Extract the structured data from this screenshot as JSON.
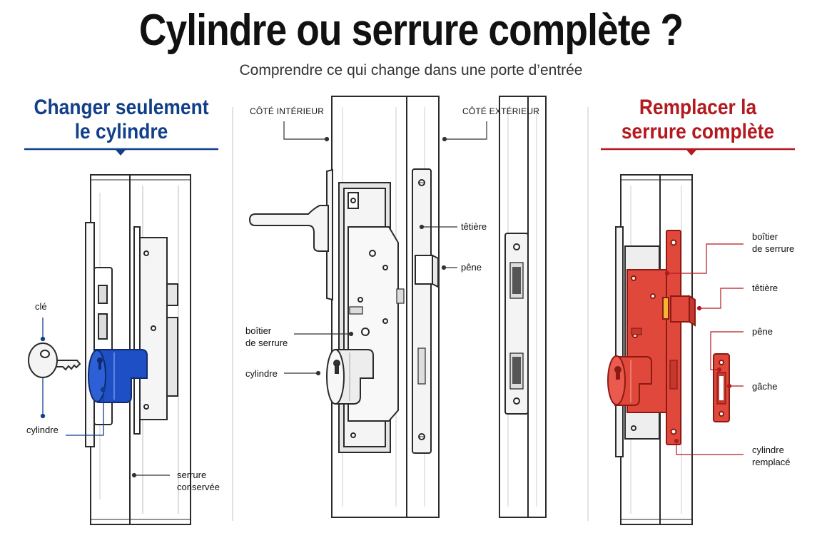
{
  "header": {
    "title": "Cylindre ou serrure complète ?",
    "subtitle": "Comprendre ce qui change dans une porte d’entrée"
  },
  "colors": {
    "blue_accent": "#123f8a",
    "red_accent": "#b3191f",
    "cylinder_blue": "#1f4fc4",
    "lock_red": "#e0483c"
  },
  "left_panel": {
    "title_line1": "Changer seulement",
    "title_line2": "le cylindre",
    "labels": {
      "key": "clé",
      "cylinder": "cylindre",
      "lock_kept_line1": "serrure",
      "lock_kept_line2": "conservée"
    }
  },
  "center_panel": {
    "labels": {
      "inside": "CÔTÉ INTÉRIEUR",
      "outside": "CÔTÉ EXTÉRIEUR",
      "faceplate": "têtière",
      "bolt": "pêne",
      "lock_box_line1": "boîtier",
      "lock_box_line2": "de serrure",
      "cylinder": "cylindre"
    }
  },
  "right_panel": {
    "title_line1": "Remplacer la",
    "title_line2": "serrure complète",
    "labels": {
      "lock_box_line1": "boîtier",
      "lock_box_line2": "de serrure",
      "faceplate": "têtière",
      "bolt": "pêne",
      "strike": "gâche",
      "cylinder_replaced_line1": "cylindre",
      "cylinder_replaced_line2": "remplacé"
    }
  }
}
